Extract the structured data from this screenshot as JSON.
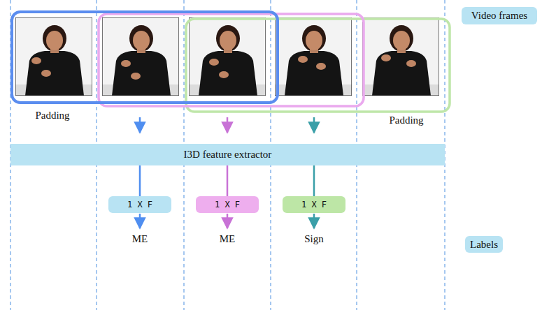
{
  "diagram": {
    "nodes": [
      {
        "text": [
          "Video frames"
        ]
      },
      {
        "text": [
          "I3D feature extractor"
        ]
      },
      {
        "text": [
          "1 X F"
        ]
      },
      {
        "text": [
          "1 X F"
        ]
      },
      {
        "text": [
          "1 X F"
        ]
      },
      {
        "text": [
          "Labels"
        ]
      }
    ],
    "edges": [
      {
        "from": 1,
        "to": 2,
        "arrow": "none"
      },
      {
        "from": 1,
        "to": 3,
        "arrow": "none"
      },
      {
        "from": 1,
        "to": 4,
        "arrow": "none"
      }
    ],
    "labels": [
      "Padding",
      "Padding",
      "ME",
      "ME",
      "Sign"
    ]
  }
}
